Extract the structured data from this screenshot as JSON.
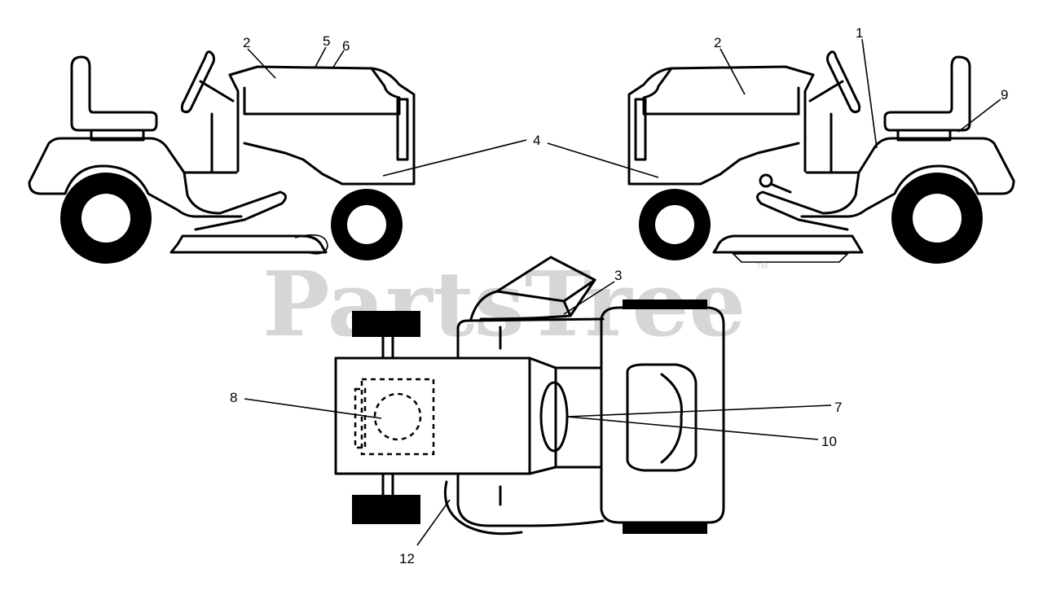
{
  "watermark": {
    "text": "PartsTree",
    "tm": "TM"
  },
  "callouts": {
    "c1": "1",
    "c2_left": "2",
    "c2_right": "2",
    "c3": "3",
    "c4": "4",
    "c5": "5",
    "c6": "6",
    "c7": "7",
    "c8": "8",
    "c9": "9",
    "c10": "10",
    "c12": "12"
  }
}
